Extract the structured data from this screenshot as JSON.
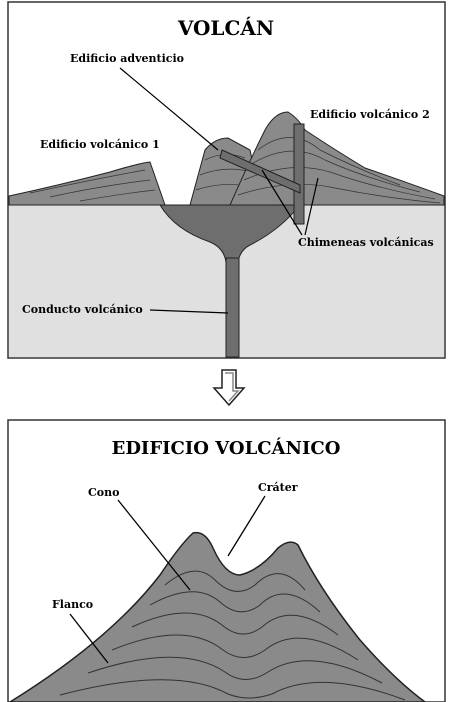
{
  "top_panel": {
    "title": "VOLCÁN",
    "labels": {
      "adventitious": "Edificio adventicio",
      "edifice1": "Edificio volcánico 1",
      "edifice2": "Edificio volcánico 2",
      "vents": "Chimeneas volcánicas",
      "conduit": "Conducto volcánico"
    }
  },
  "bottom_panel": {
    "title": "EDIFICIO VOLCÁNICO",
    "labels": {
      "cone": "Cono",
      "crater": "Cráter",
      "flank": "Flanco"
    }
  },
  "colors": {
    "ground": "#e0e0e0",
    "rock": "#8a8a8a",
    "magma": "#6e6e6e",
    "outline": "#222222"
  },
  "icons": {
    "arrow": "down-arrow-icon"
  }
}
